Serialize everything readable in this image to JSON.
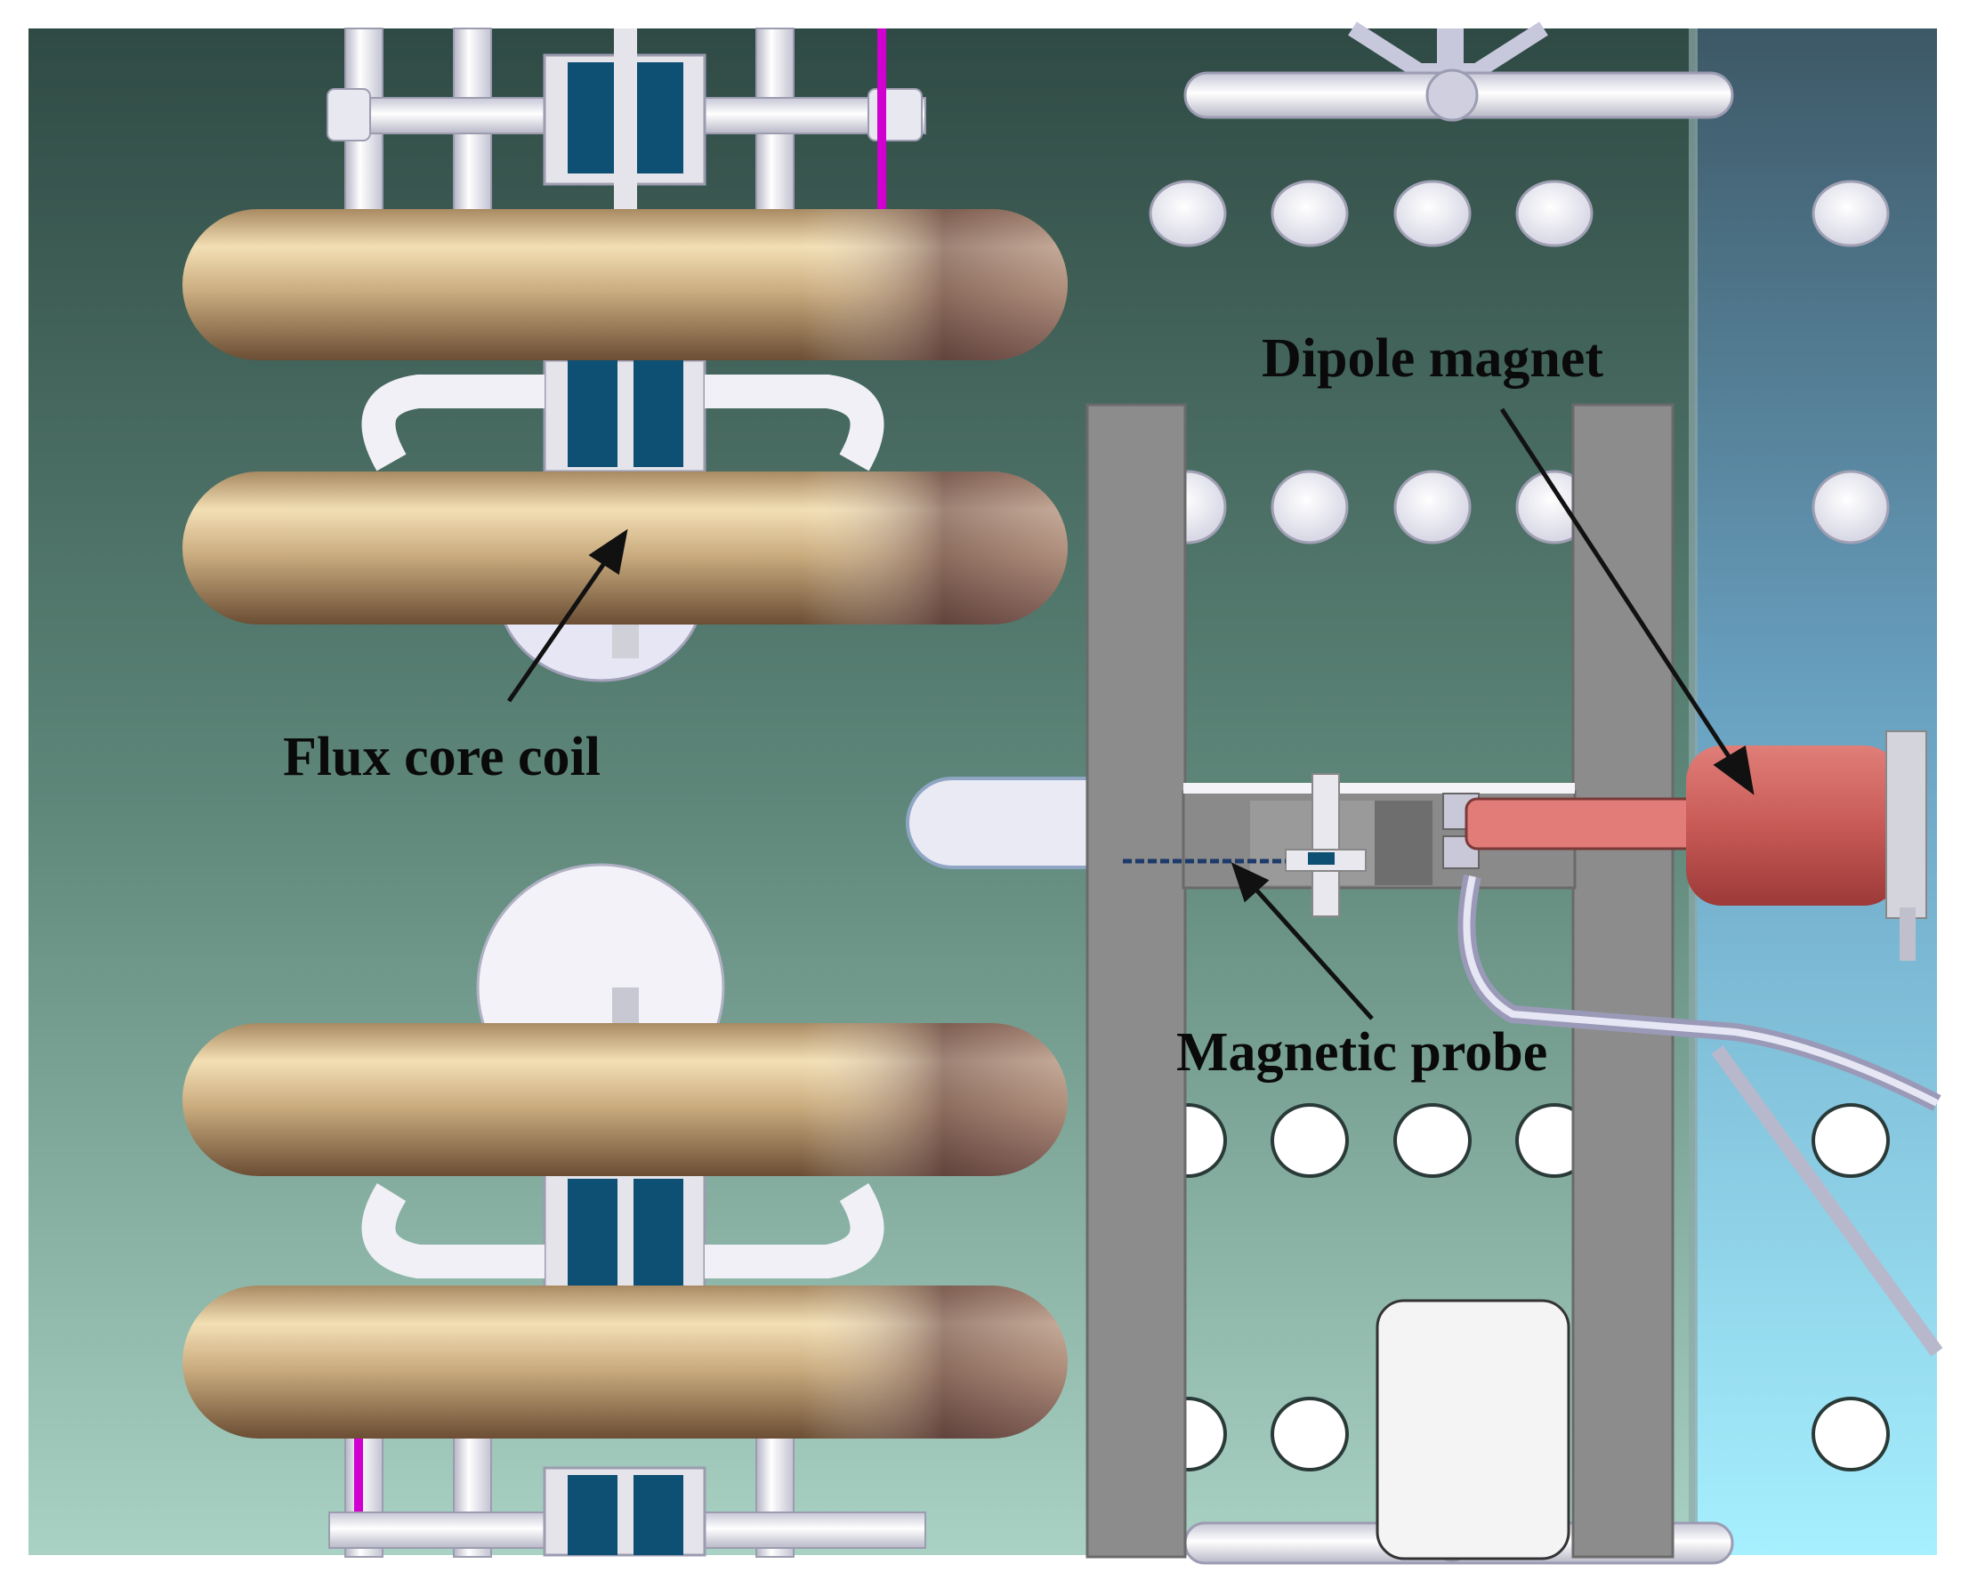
{
  "annotations": {
    "dipole_magnet": "Dipole magnet",
    "flux_core_coil": "Flux core coil",
    "magnetic_probe": "Magnetic probe"
  },
  "colors": {
    "background_top": "#2f4a44",
    "background_bottom": "#a9d2c4",
    "side_panel_top": "#3d5866",
    "side_panel_bottom": "#a6f0ff",
    "torus_gold": "#c2a57a",
    "torus_shadow": "#6e5040",
    "support_frame": "#8c8c8c",
    "dipole_magnet": "#d66a66",
    "flux_core_blue": "#0e4f74",
    "tube_white": "#f1f1f7",
    "disk_lavender": "#d8d8e8",
    "magenta_wire": "#d000d0",
    "arrow": "#111111"
  }
}
